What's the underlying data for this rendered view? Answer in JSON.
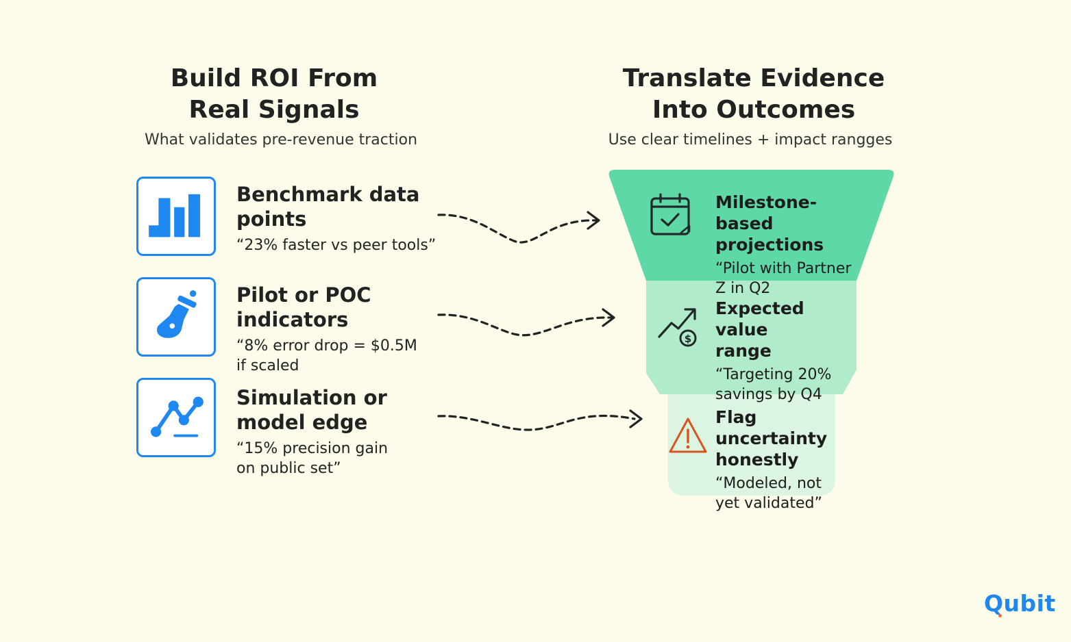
{
  "left": {
    "heading": [
      "Build ROI From",
      "Real Signals"
    ],
    "subheading": "What validates pre-revenue traction",
    "signals": [
      {
        "icon": "bar-chart-icon",
        "title": [
          "Benchmark data",
          "points"
        ],
        "quote": [
          "“23% faster vs peer tools”"
        ]
      },
      {
        "icon": "flask-icon",
        "title": [
          "Pilot or POC",
          "indicators"
        ],
        "quote": [
          "“8% error drop = $0.5M",
          "if scaled"
        ]
      },
      {
        "icon": "line-graph-icon",
        "title": [
          "Simulation or",
          "model edge"
        ],
        "quote": [
          "“15% precision gain",
          "on public set”"
        ]
      }
    ]
  },
  "right": {
    "heading": [
      "Translate Evidence",
      "Into Outcomes"
    ],
    "subheading": "Use clear timelines + impact rangges",
    "stages": [
      {
        "icon": "calendar-check-icon",
        "title": [
          "Milestone-based",
          "projections"
        ],
        "quote": [
          "“Pilot with Partner",
          "Z in Q2"
        ],
        "color": "#5ed8a6"
      },
      {
        "icon": "trend-dollar-icon",
        "title": [
          "Expected value",
          "range"
        ],
        "quote": [
          "“Targeting 20%",
          "savings by Q4"
        ],
        "color": "#b0ebcb"
      },
      {
        "icon": "warning-triangle-icon",
        "title": [
          "Flag uncertainty",
          "honestly"
        ],
        "quote": [
          "“Modeled, not",
          "yet validated”"
        ],
        "color": "#dcf5e2"
      }
    ]
  },
  "colors": {
    "background": "#fdfbea",
    "accent": "#1f87f0",
    "warning": "#d9531e"
  },
  "logo": "Qubit"
}
